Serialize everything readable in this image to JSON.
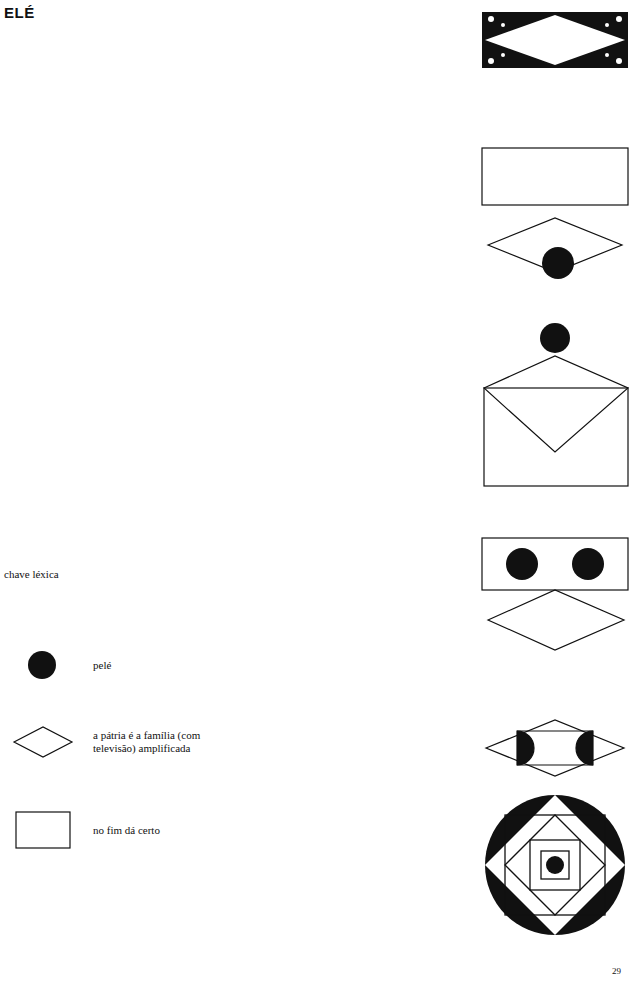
{
  "diagram": {
    "title": "ELÉ",
    "labels": [
      "chave léxica",
      "29"
    ],
    "legend": [
      {
        "text": "pelé"
      },
      {
        "text": "a pátria é a família (com televisão) amplificada"
      },
      {
        "text": "no fim dá certo"
      }
    ]
  }
}
